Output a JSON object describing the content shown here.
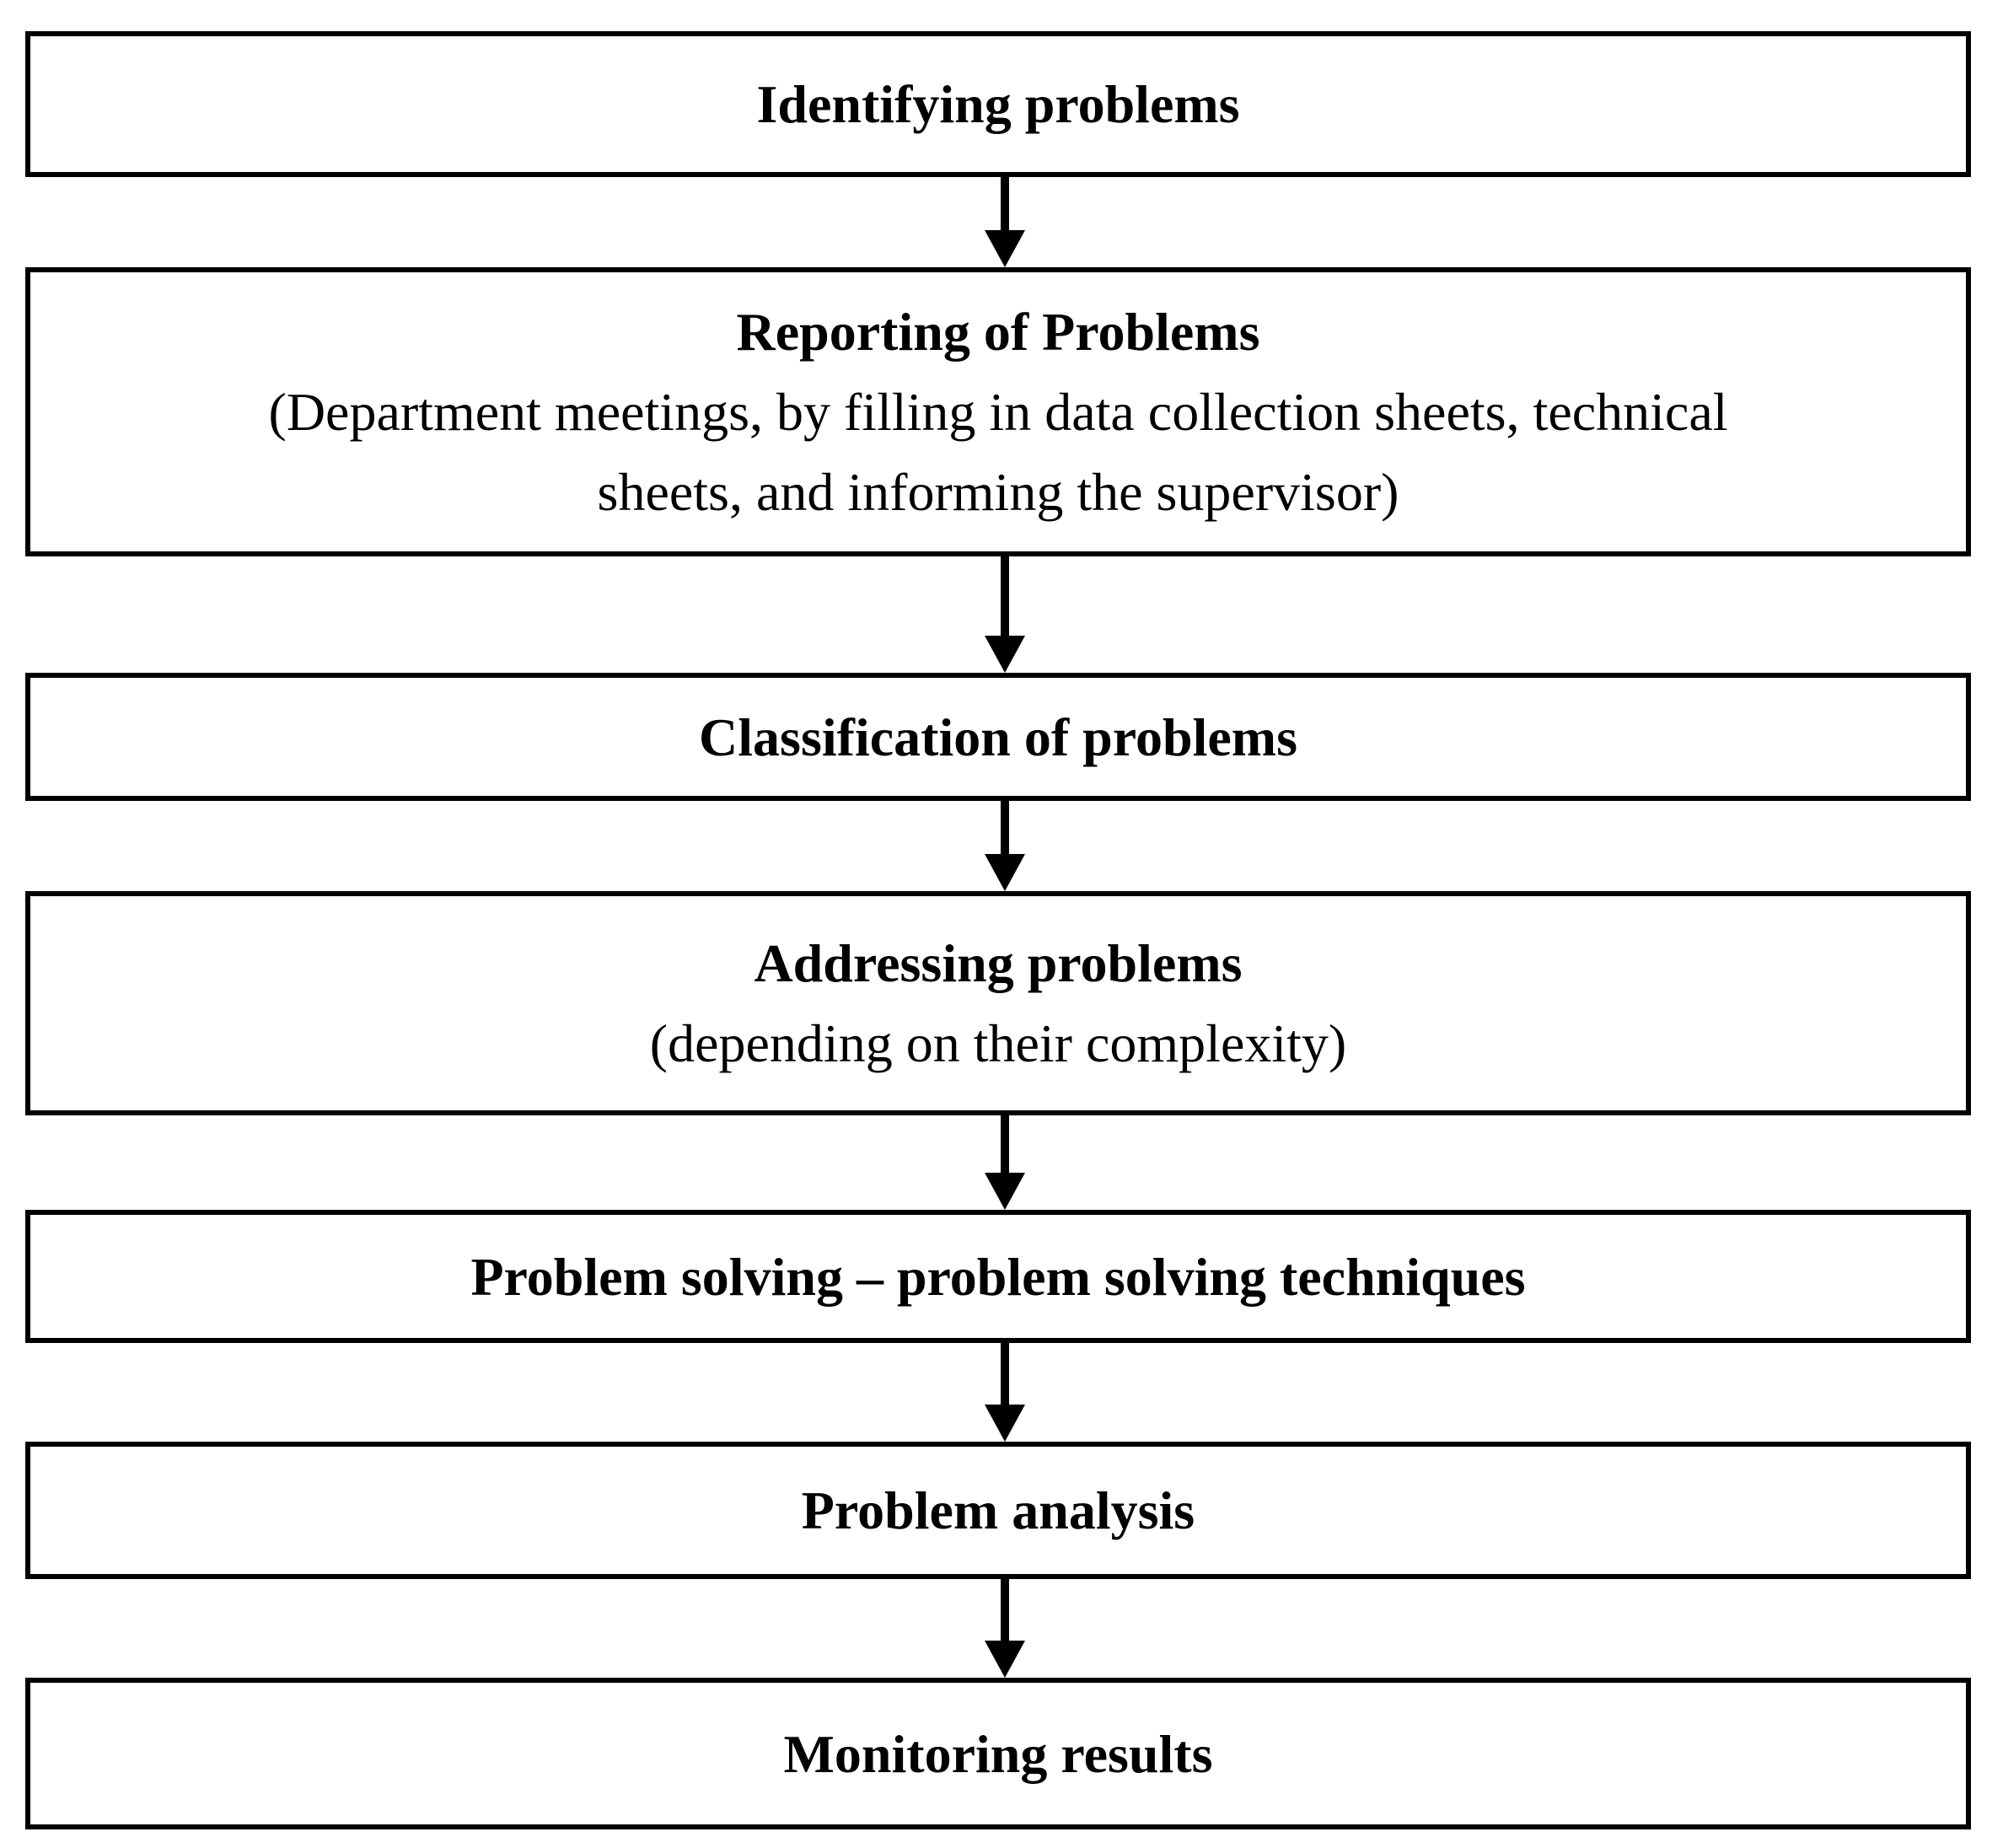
{
  "diagram": {
    "type": "flowchart",
    "direction": "top-down",
    "colors": {
      "background": "#ffffff",
      "box_border": "#000000",
      "text": "#000000",
      "arrow": "#000000"
    },
    "boxes": [
      {
        "title": "Identifying problems",
        "lines": []
      },
      {
        "title": "Reporting of Problems",
        "lines": [
          "(Department meetings, by filling in data collection sheets, technical",
          "sheets, and informing the supervisor)"
        ]
      },
      {
        "title": "Classification of problems",
        "lines": []
      },
      {
        "title": "Addressing problems",
        "lines": [
          "(depending on their complexity)"
        ]
      },
      {
        "title": "Problem solving – problem solving techniques",
        "lines": []
      },
      {
        "title": "Problem analysis",
        "lines": []
      },
      {
        "title": "Monitoring results",
        "lines": []
      }
    ],
    "connector": "down-arrow"
  }
}
